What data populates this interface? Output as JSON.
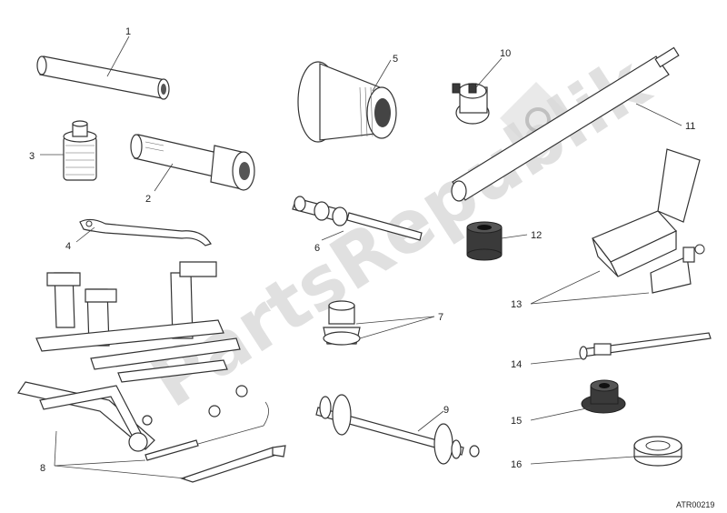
{
  "diagram": {
    "watermark": "PartsRepublik",
    "code": "ATR00219",
    "labels": [
      "1",
      "2",
      "3",
      "4",
      "5",
      "6",
      "7",
      "8",
      "9",
      "10",
      "11",
      "12",
      "13",
      "14",
      "15",
      "16"
    ]
  }
}
